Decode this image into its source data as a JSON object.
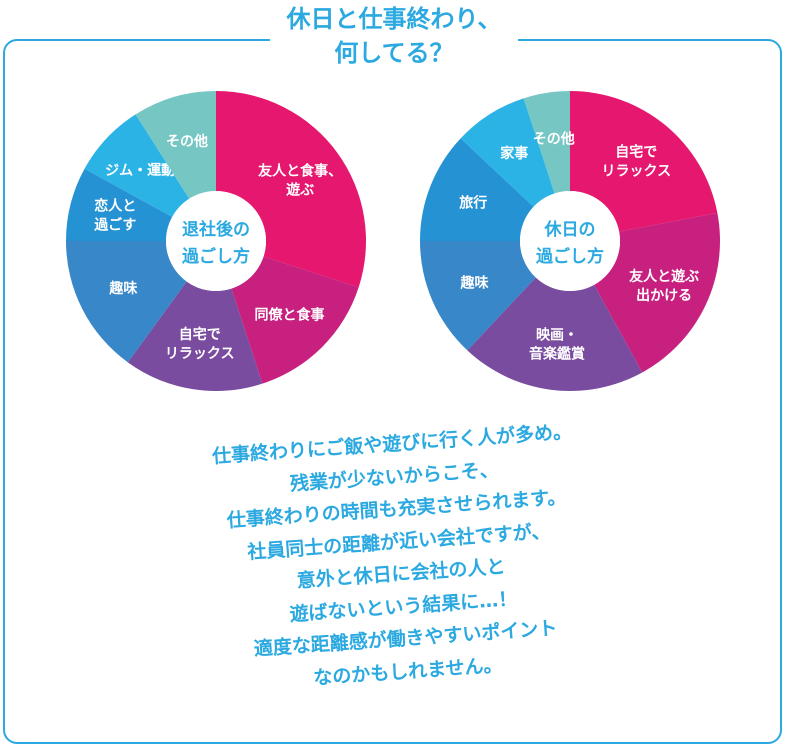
{
  "title_lines": [
    "休日と仕事終わり、",
    "何してる？"
  ],
  "chart_data": [
    {
      "type": "pie",
      "center_label": [
        "退社後の",
        "過ごし方"
      ],
      "slices": [
        {
          "label": [
            "友人と食事、",
            "遊ぶ"
          ],
          "value": 30,
          "color": "#e5176e"
        },
        {
          "label": [
            "同僚と食事"
          ],
          "value": 15,
          "color": "#c7207f"
        },
        {
          "label": [
            "自宅で",
            "リラックス"
          ],
          "value": 15,
          "color": "#7a4c9f"
        },
        {
          "label": [
            "趣味"
          ],
          "value": 15,
          "color": "#3887c9"
        },
        {
          "label": [
            "恋人と",
            "過ごす"
          ],
          "value": 8,
          "color": "#2592d3"
        },
        {
          "label": [
            "ジム・運動"
          ],
          "value": 8,
          "color": "#2bb3e6"
        },
        {
          "label": [
            "その他"
          ],
          "value": 9,
          "color": "#76c7c4"
        }
      ]
    },
    {
      "type": "pie",
      "center_label": [
        "休日の",
        "過ごし方"
      ],
      "slices": [
        {
          "label": [
            "自宅で",
            "リラックス"
          ],
          "value": 22,
          "color": "#e5176e"
        },
        {
          "label": [
            "友人と遊ぶ",
            "出かける"
          ],
          "value": 20,
          "color": "#c7207f"
        },
        {
          "label": [
            "映画・",
            "音楽鑑賞"
          ],
          "value": 20,
          "color": "#7a4c9f"
        },
        {
          "label": [
            "趣味"
          ],
          "value": 13,
          "color": "#3887c9"
        },
        {
          "label": [
            "旅行"
          ],
          "value": 12,
          "color": "#2592d3"
        },
        {
          "label": [
            "家事"
          ],
          "value": 8,
          "color": "#2bb3e6"
        },
        {
          "label": [
            "その他"
          ],
          "value": 5,
          "color": "#76c7c4"
        }
      ]
    }
  ],
  "message_lines": [
    "仕事終わりにご飯や遊びに行く人が多め。",
    "残業が少ないからこそ、",
    "仕事終わりの時間も充実させられます。",
    "社員同士の距離が近い会社ですが、",
    "意外と休日に会社の人と",
    "遊ばないという結果に…！",
    "適度な距離感が働きやすいポイント",
    "なのかもしれません。"
  ],
  "colors": {
    "accent": "#2ba9e0",
    "center_text": "#2ba9e0"
  }
}
